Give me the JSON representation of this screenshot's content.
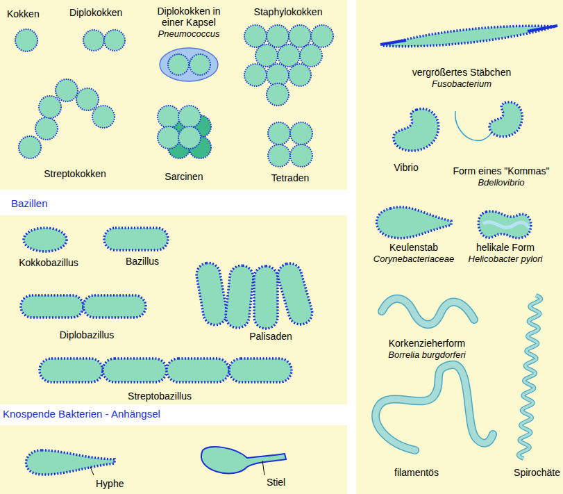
{
  "diagram": {
    "labels": [
      "Kokken",
      "Diplokokken",
      "Diplokokken in einer Kapsel",
      "Pneumococcus",
      "Staphylokokken",
      "Streptokokken",
      "Sarcinen",
      "Tetraden",
      "Bazillen",
      "Kokkobazillus",
      "Bazillus",
      "Diplobazillus",
      "Palisaden",
      "Streptobazillus",
      "Knospende Bakterien - Anhängsel",
      "Hyphe",
      "Stiel",
      "vergrößertes Stäbchen",
      "Fusobacterium",
      "Vibrio",
      "Form eines \"Kommas\"",
      "Bdellovibrio",
      "Keulenstab",
      "Corynebacteriaceae",
      "helikale Form",
      "Helicobacter pylori",
      "Korkenzieherform",
      "Borrelia burgdorferi",
      "filamentös",
      "Spirochäte"
    ]
  }
}
